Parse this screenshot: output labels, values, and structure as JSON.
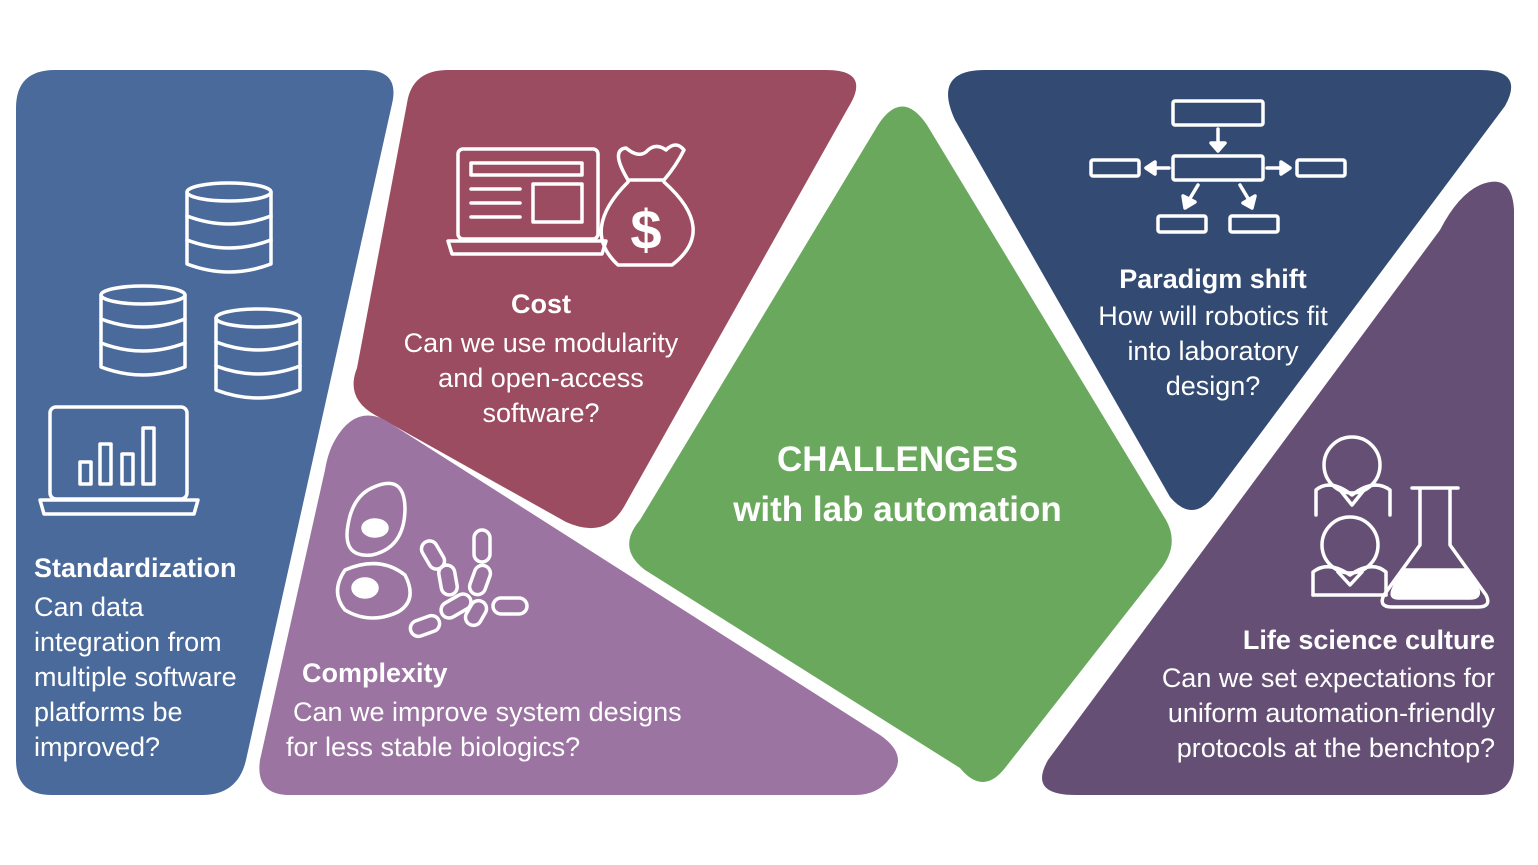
{
  "colors": {
    "standardization": "#4a6a9c",
    "cost": "#9b4c60",
    "complexity": "#9b74a2",
    "center": "#6aa95d",
    "paradigm": "#334b72",
    "culture": "#664f75",
    "icon_stroke": "#ffffff"
  },
  "center": {
    "line1": "CHALLENGES",
    "line2": "with lab automation"
  },
  "panels": {
    "standardization": {
      "title": "Standardization",
      "lines": [
        "Can data",
        "integration from",
        "multiple software",
        "platforms be",
        "improved?"
      ],
      "icons": [
        "database-stack-icon",
        "laptop-bar-chart-icon"
      ]
    },
    "cost": {
      "title": "Cost",
      "lines": [
        "Can we use modularity",
        "and open-access",
        "software?"
      ],
      "icons": [
        "laptop-icon",
        "money-bag-icon"
      ],
      "money_symbol": "$"
    },
    "complexity": {
      "title": "Complexity",
      "lines": [
        "Can we improve system designs",
        "for less stable biologics?"
      ],
      "icons": [
        "cells-icon",
        "bacteria-icon"
      ]
    },
    "paradigm": {
      "title": "Paradigm shift",
      "lines": [
        "How will robotics fit",
        "into laboratory",
        "design?"
      ],
      "icons": [
        "flowchart-icon"
      ]
    },
    "culture": {
      "title": "Life science culture",
      "lines": [
        "Can we set expectations for",
        "uniform automation-friendly",
        "protocols at the benchtop?"
      ],
      "icons": [
        "scientists-icon",
        "flask-icon"
      ]
    }
  }
}
